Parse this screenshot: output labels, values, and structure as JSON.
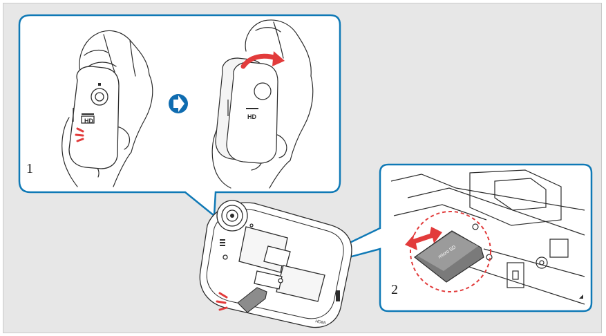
{
  "colors": {
    "background_panel": "#e7e7e7",
    "callout_border": "#0f79b6",
    "arrow_blue": "#0f6cb0",
    "accent_red": "#e23b3b",
    "line_art": "#2b2b2b"
  },
  "steps": [
    {
      "number": "1"
    },
    {
      "number": "2"
    }
  ],
  "device_labels": {
    "hd_badge": "HD",
    "hdmi_port": "HDMI",
    "micro_card": "micro SD"
  },
  "icons": {
    "next_arrow": "circle-arrow-right-icon",
    "lift_arrow": "curved-red-arrow-icon",
    "insert_arrow": "double-headed-red-arrow-icon",
    "motion_marks": "red-motion-lines-icon"
  }
}
